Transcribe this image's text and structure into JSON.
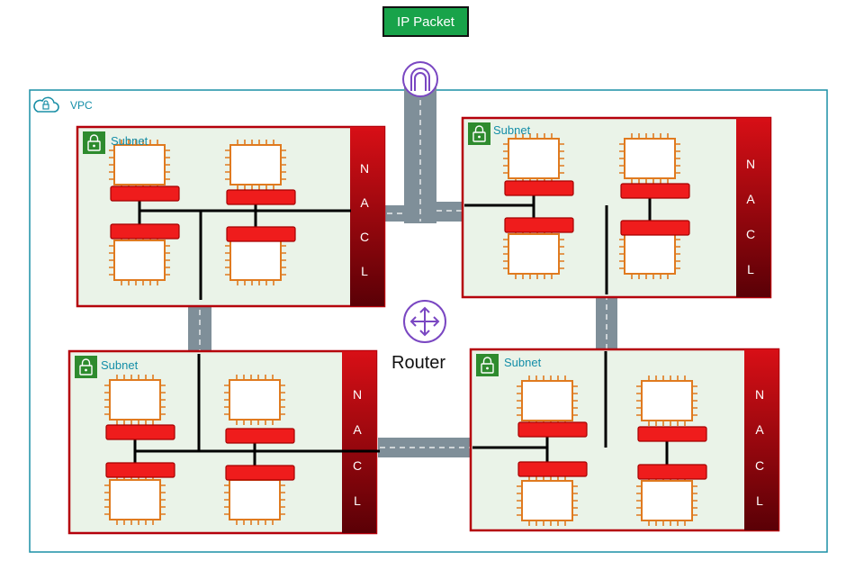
{
  "packet": {
    "label": "IP Packet"
  },
  "vpc": {
    "label": "VPC"
  },
  "router": {
    "label": "Router"
  },
  "subnets": [
    {
      "label": "Subnet",
      "nacl": [
        "N",
        "A",
        "C",
        "L"
      ]
    },
    {
      "label": "Subnet",
      "nacl": [
        "N",
        "A",
        "C",
        "L"
      ]
    },
    {
      "label": "Subnet",
      "nacl": [
        "N",
        "A",
        "C",
        "L"
      ]
    },
    {
      "label": "Subnet",
      "nacl": [
        "N",
        "A",
        "C",
        "L"
      ]
    }
  ],
  "colors": {
    "vpc_border": "#1a8fa6",
    "subnet_border": "#b5000b",
    "subnet_fill": "#eaf3e8",
    "nacl_top": "#d80f16",
    "nacl_bottom": "#5a0006",
    "instance": "#e07a1f",
    "nic": "#ef1c1c",
    "road": "#7f8f99",
    "router": "#7a47c2",
    "packet": "#18a34a"
  }
}
